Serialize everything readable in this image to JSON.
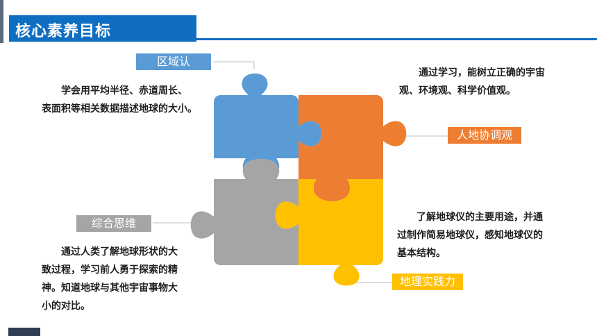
{
  "header": {
    "title": "核心素养目标"
  },
  "colors": {
    "brand_blue": "#0f6ec2",
    "piece_blue": "#5b9bd5",
    "piece_orange": "#ed7d31",
    "piece_gray": "#a5a5a5",
    "piece_yellow": "#ffc000"
  },
  "goals": [
    {
      "label": "区域认",
      "text_lines": [
        "学会用平均半径、赤道周长、",
        "表面积等相关数据描述地球的大小。"
      ]
    },
    {
      "label": "人地协调观",
      "text_lines": [
        "通过学习，能树立正确的宇宙",
        "观、环境观、科学价值观。"
      ]
    },
    {
      "label": "综合思维",
      "text_lines": [
        "通过人类了解地球形状的大",
        "致过程，学习前人勇于探索的精",
        "神。知道地球与其他宇宙事物大",
        "小的对比。"
      ]
    },
    {
      "label": "地理实践力",
      "text_lines": [
        "了解地球仪的主要用途，并通",
        "过制作简易地球仪，感知地球仪的",
        "基本结构。"
      ]
    }
  ],
  "icons": {
    "puzzle": "four-piece-puzzle-graphic"
  }
}
